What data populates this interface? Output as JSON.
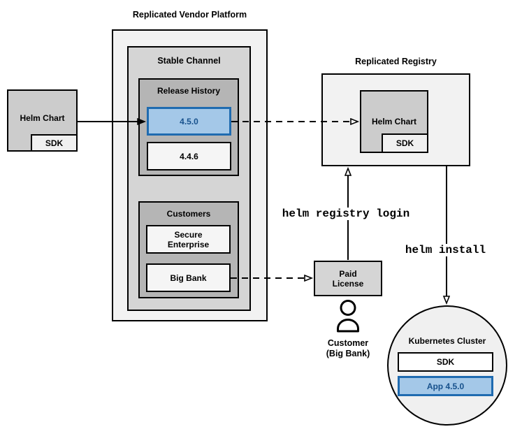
{
  "diagram": {
    "source_chart": {
      "label": "Helm Chart",
      "sdk": "SDK"
    },
    "platform": {
      "title": "Replicated Vendor Platform",
      "stable_channel": {
        "title": "Stable Channel",
        "release_history": {
          "title": "Release History",
          "releases": [
            "4.5.0",
            "4.4.6"
          ],
          "promoted_release": "4.5.0"
        },
        "customers": {
          "title": "Customers",
          "items": [
            "Secure\nEnterprise",
            "Big Bank"
          ]
        }
      }
    },
    "registry": {
      "title": "Replicated Registry",
      "chart_label": "Helm Chart",
      "sdk": "SDK"
    },
    "license": {
      "label": "Paid\nLicense"
    },
    "customer": {
      "caption": "Customer\n(Big Bank)"
    },
    "commands": {
      "login": "helm registry login",
      "install": "helm install"
    },
    "cluster": {
      "title": "Kubernetes Cluster",
      "sdk": "SDK",
      "app": "App 4.5.0"
    },
    "colors": {
      "highlight_fill": "#a4c8e8",
      "highlight_border": "#1f6bb0",
      "highlight_text": "#17518c",
      "box_border": "#000000"
    }
  }
}
